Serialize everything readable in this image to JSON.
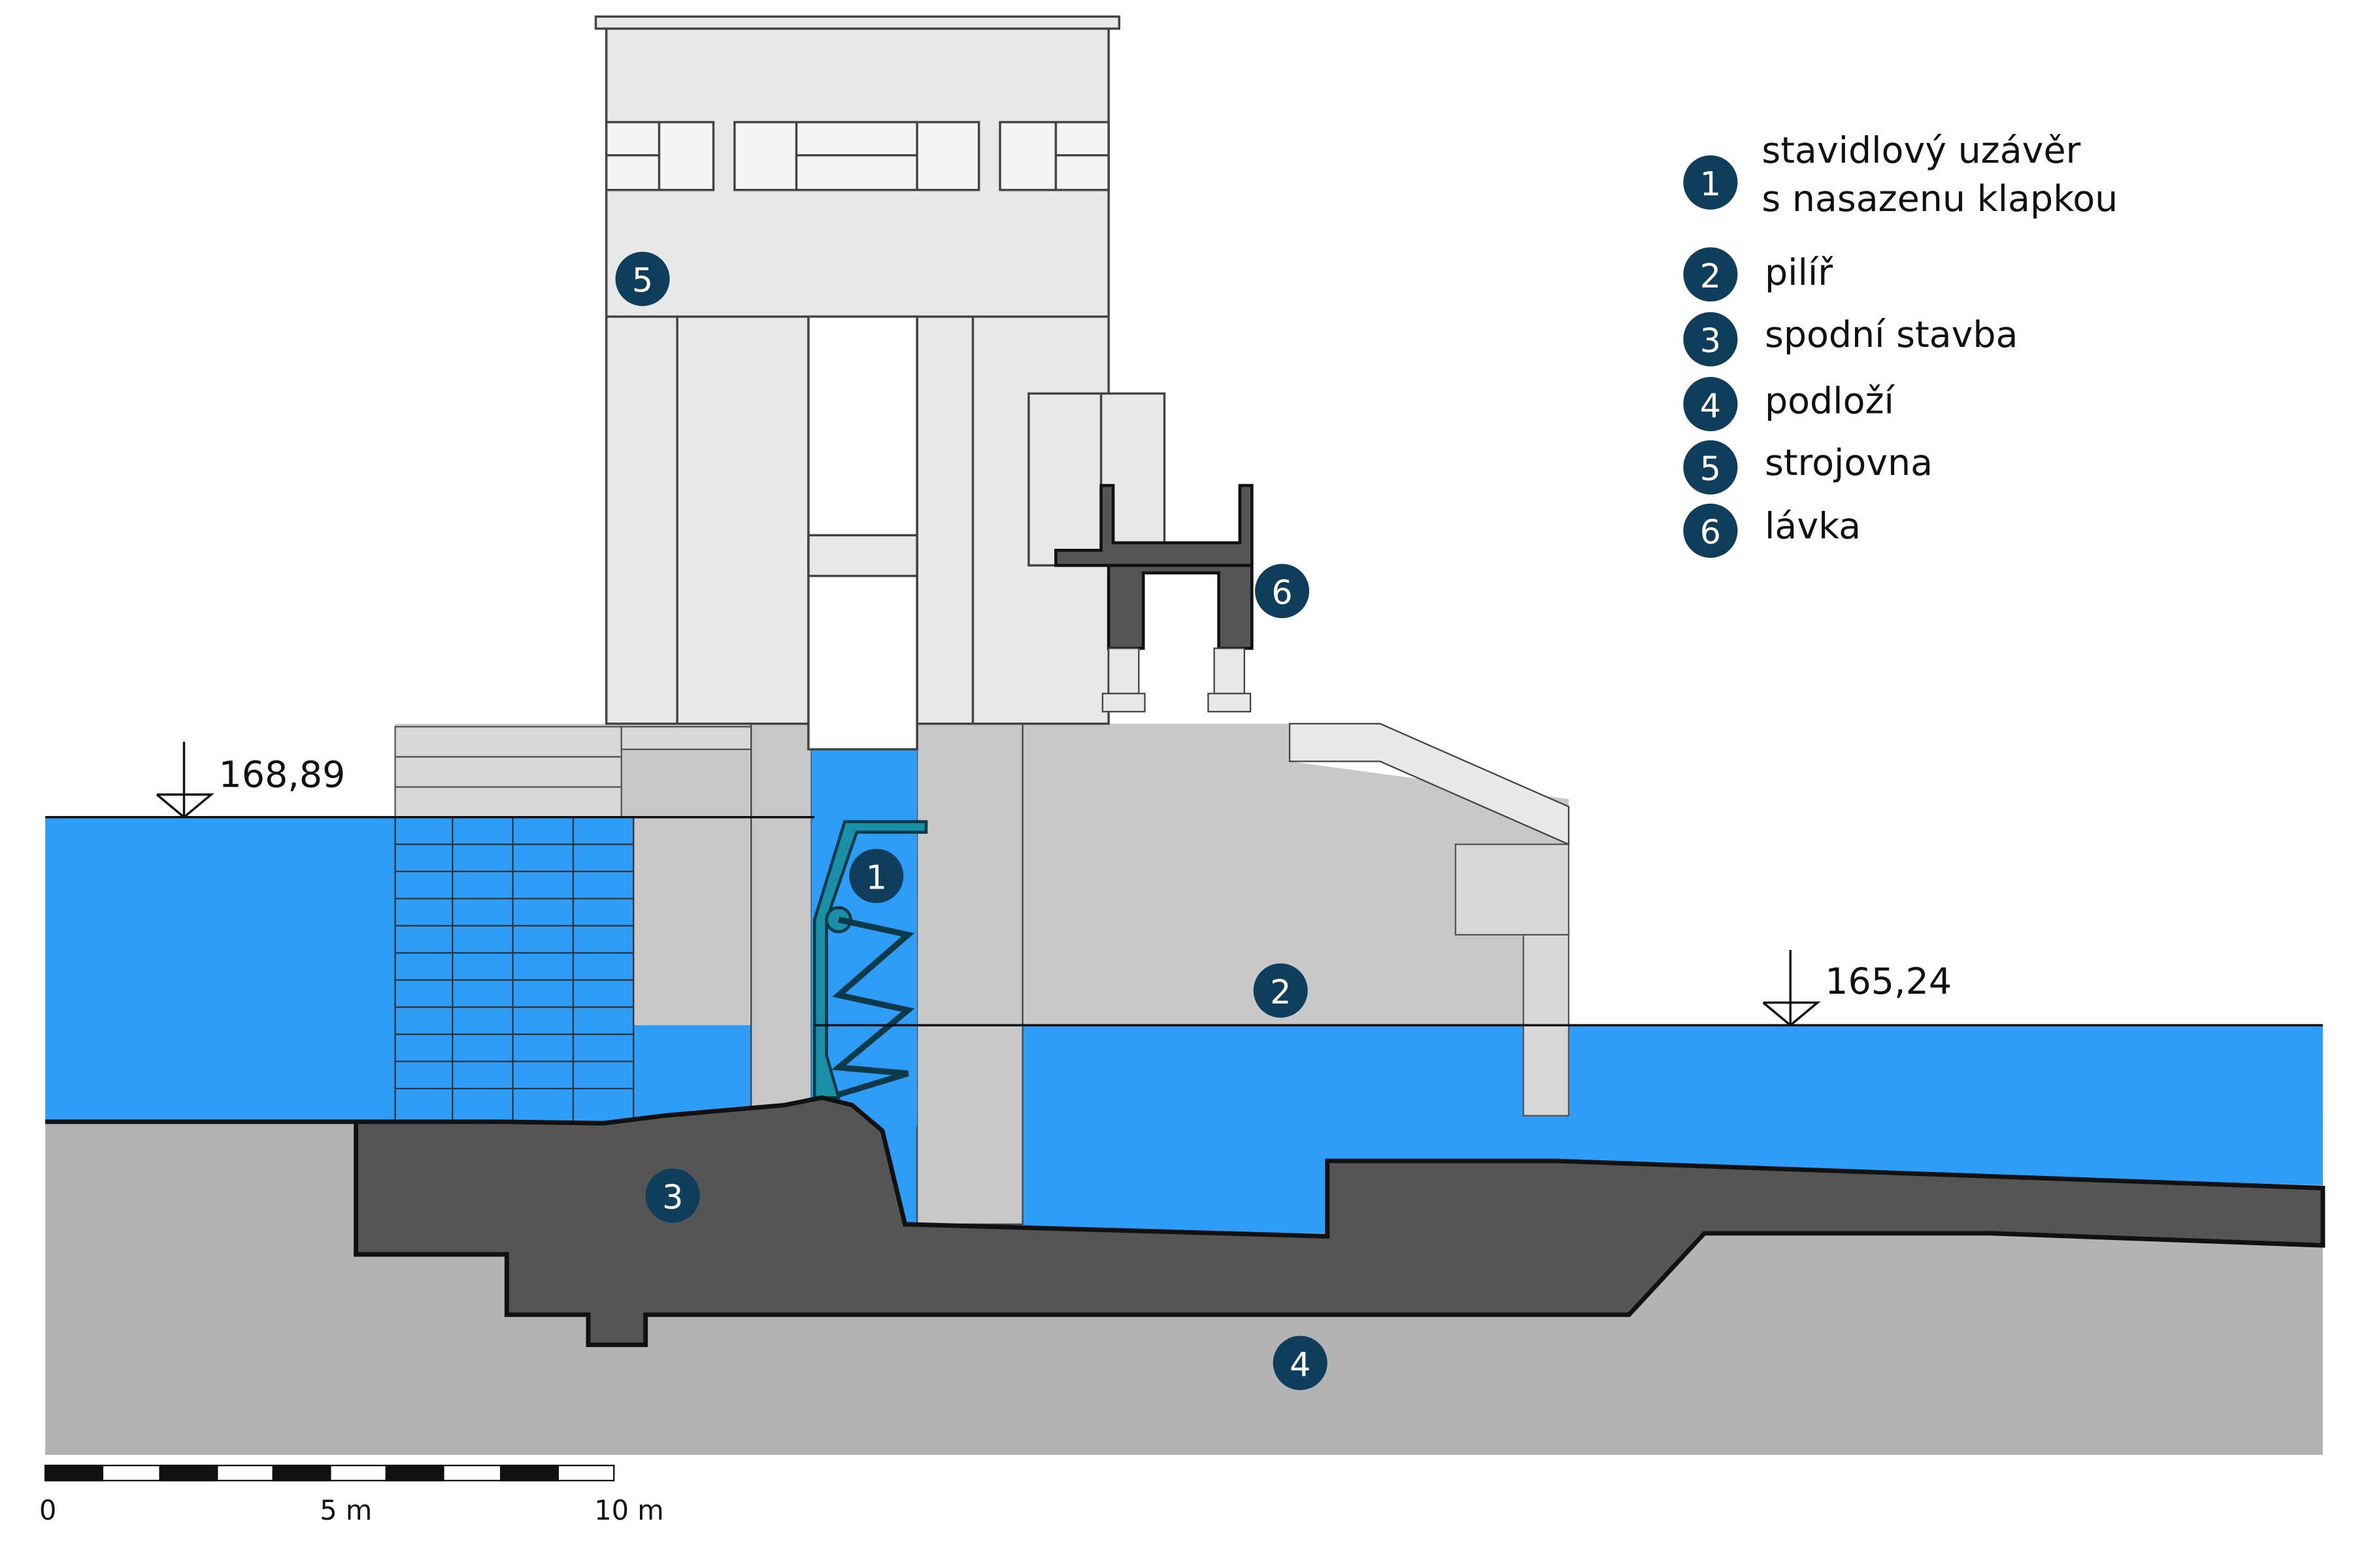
{
  "legend": {
    "items": [
      {
        "num": "1",
        "lines": [
          "stavidlový uzávěr",
          "s nasazenu klapkou"
        ]
      },
      {
        "num": "2",
        "lines": [
          "pilíř"
        ]
      },
      {
        "num": "3",
        "lines": [
          "spodní stavba"
        ]
      },
      {
        "num": "4",
        "lines": [
          "podloží"
        ]
      },
      {
        "num": "5",
        "lines": [
          "strojovna"
        ]
      },
      {
        "num": "6",
        "lines": [
          "lávka"
        ]
      }
    ]
  },
  "markers": [
    "1",
    "2",
    "3",
    "4",
    "5",
    "6"
  ],
  "levels": {
    "upstream": "168,89",
    "downstream": "165,24"
  },
  "scale": {
    "labels": [
      "0",
      "5 m",
      "10 m"
    ]
  },
  "colors": {
    "water": "#2e9df7",
    "pier": "#c8c8c8",
    "building": "#e8e8e8",
    "foundation": "#555555",
    "subsoil": "#b3b3b3",
    "gate": "#1a8fa8",
    "badge": "#0f3d5c"
  }
}
